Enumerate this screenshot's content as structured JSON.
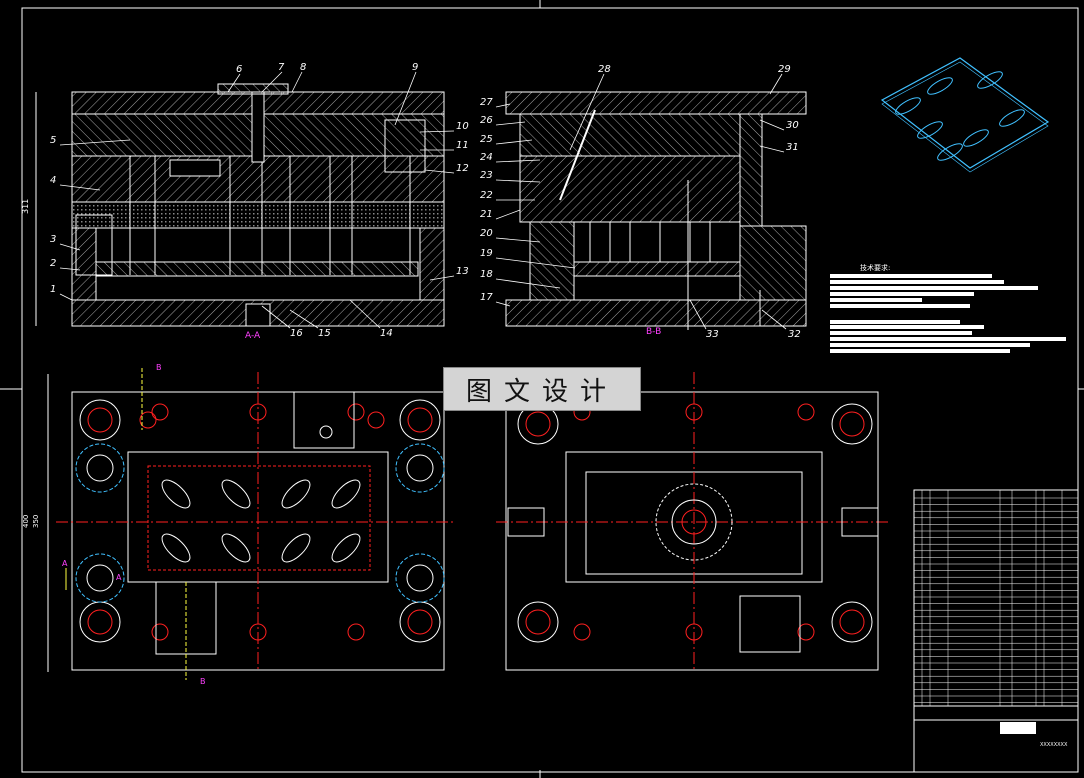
{
  "drawing": {
    "section_labels": [
      "A-A",
      "B-B"
    ],
    "dimensions": [
      "311",
      "400",
      "350"
    ],
    "part_numbers_left": [
      "1",
      "2",
      "3",
      "4",
      "5",
      "6",
      "7",
      "8",
      "9",
      "10",
      "11",
      "12",
      "13",
      "14",
      "15",
      "16"
    ],
    "part_numbers_right": [
      "17",
      "18",
      "19",
      "20",
      "21",
      "22",
      "23",
      "24",
      "25",
      "26",
      "27",
      "28",
      "29",
      "30",
      "31",
      "32",
      "33"
    ],
    "section_markers": [
      "A",
      "A",
      "B",
      "B"
    ],
    "tech_requirements_title": "技术要求:",
    "watermark": "图文设计"
  },
  "colors": {
    "background": "#000000",
    "outline": "#ffffff",
    "hatch": "#bdbdbd",
    "centerline": "#ff2020",
    "leader": "#ff40ff",
    "section": "#ffff40",
    "cyan": "#40c0ff"
  }
}
